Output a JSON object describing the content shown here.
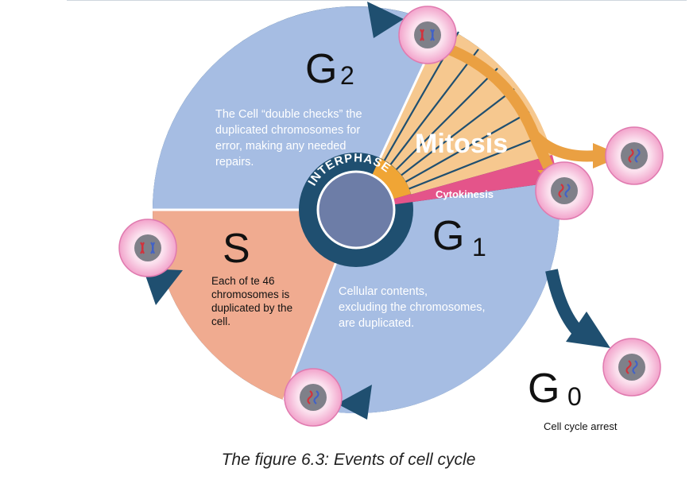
{
  "phases": {
    "g2": {
      "letter": "G",
      "sub": "2",
      "description": [
        "The Cell “double checks” the",
        "duplicated chromosomes for",
        "error, making any needed",
        "repairs."
      ]
    },
    "s": {
      "letter": "S",
      "description": [
        "Each of te 46",
        "chromosomes is",
        "duplicated by the",
        "cell."
      ]
    },
    "g1": {
      "letter": "G",
      "sub": "1",
      "description": [
        "Cellular contents,",
        "excluding the chromosomes,",
        "are duplicated."
      ]
    },
    "g0": {
      "letter": "G",
      "sub": "0",
      "description": "Cell cycle arrest"
    },
    "mitosis": "Mitosis",
    "cytokinesis": "Cytokinesis",
    "interphase": "INTERPHASE"
  },
  "caption": "The figure 6.3: Events of cell cycle",
  "colors": {
    "blue_sector": "#a6bde3",
    "s_sector": "#f0ab90",
    "mitosis": "#f6c88f",
    "cytokinesis": "#e4548a",
    "arrow": "#1f4f70",
    "orange_arrow": "#eaa042",
    "cell_outer": "#f3a6cf",
    "nucleus": "#7f8089",
    "hub": "#6d7da7"
  }
}
